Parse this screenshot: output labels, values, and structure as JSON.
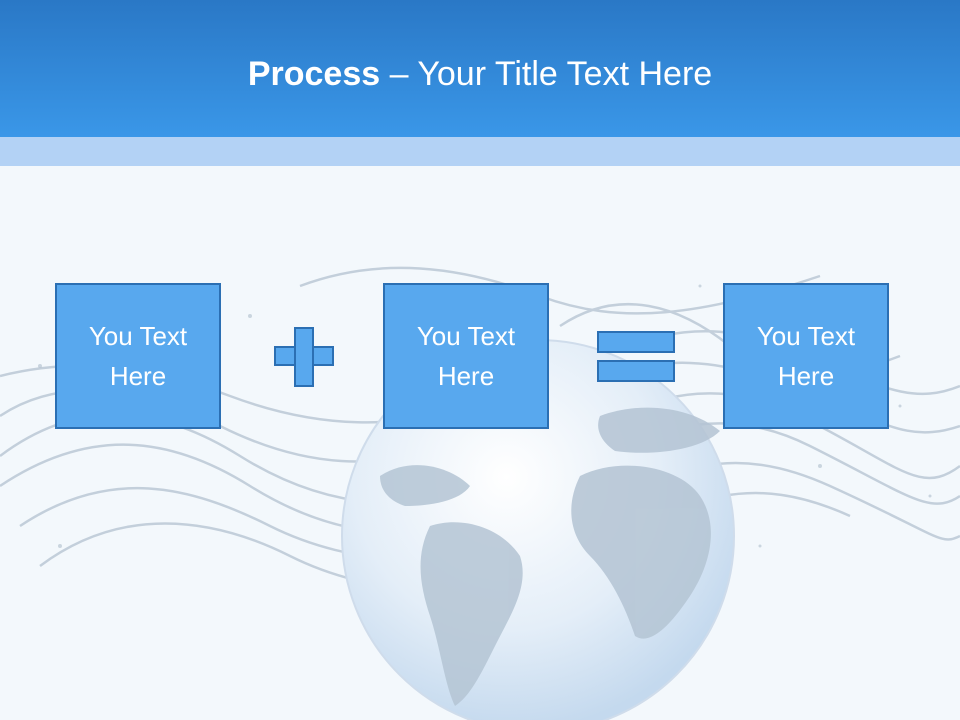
{
  "slide": {
    "title_bold": "Process",
    "title_rest": " – Your Title Text Here",
    "boxes": [
      {
        "text": "You Text\nHere"
      },
      {
        "text": "You Text\nHere"
      },
      {
        "text": "You Text\nHere"
      }
    ],
    "operators": [
      "plus-icon",
      "equals-icon"
    ],
    "colors": {
      "header": "#3a97e8",
      "header_band": "#b3d2f5",
      "box_fill": "#58a8ee",
      "box_border": "#2b6fb3"
    }
  }
}
